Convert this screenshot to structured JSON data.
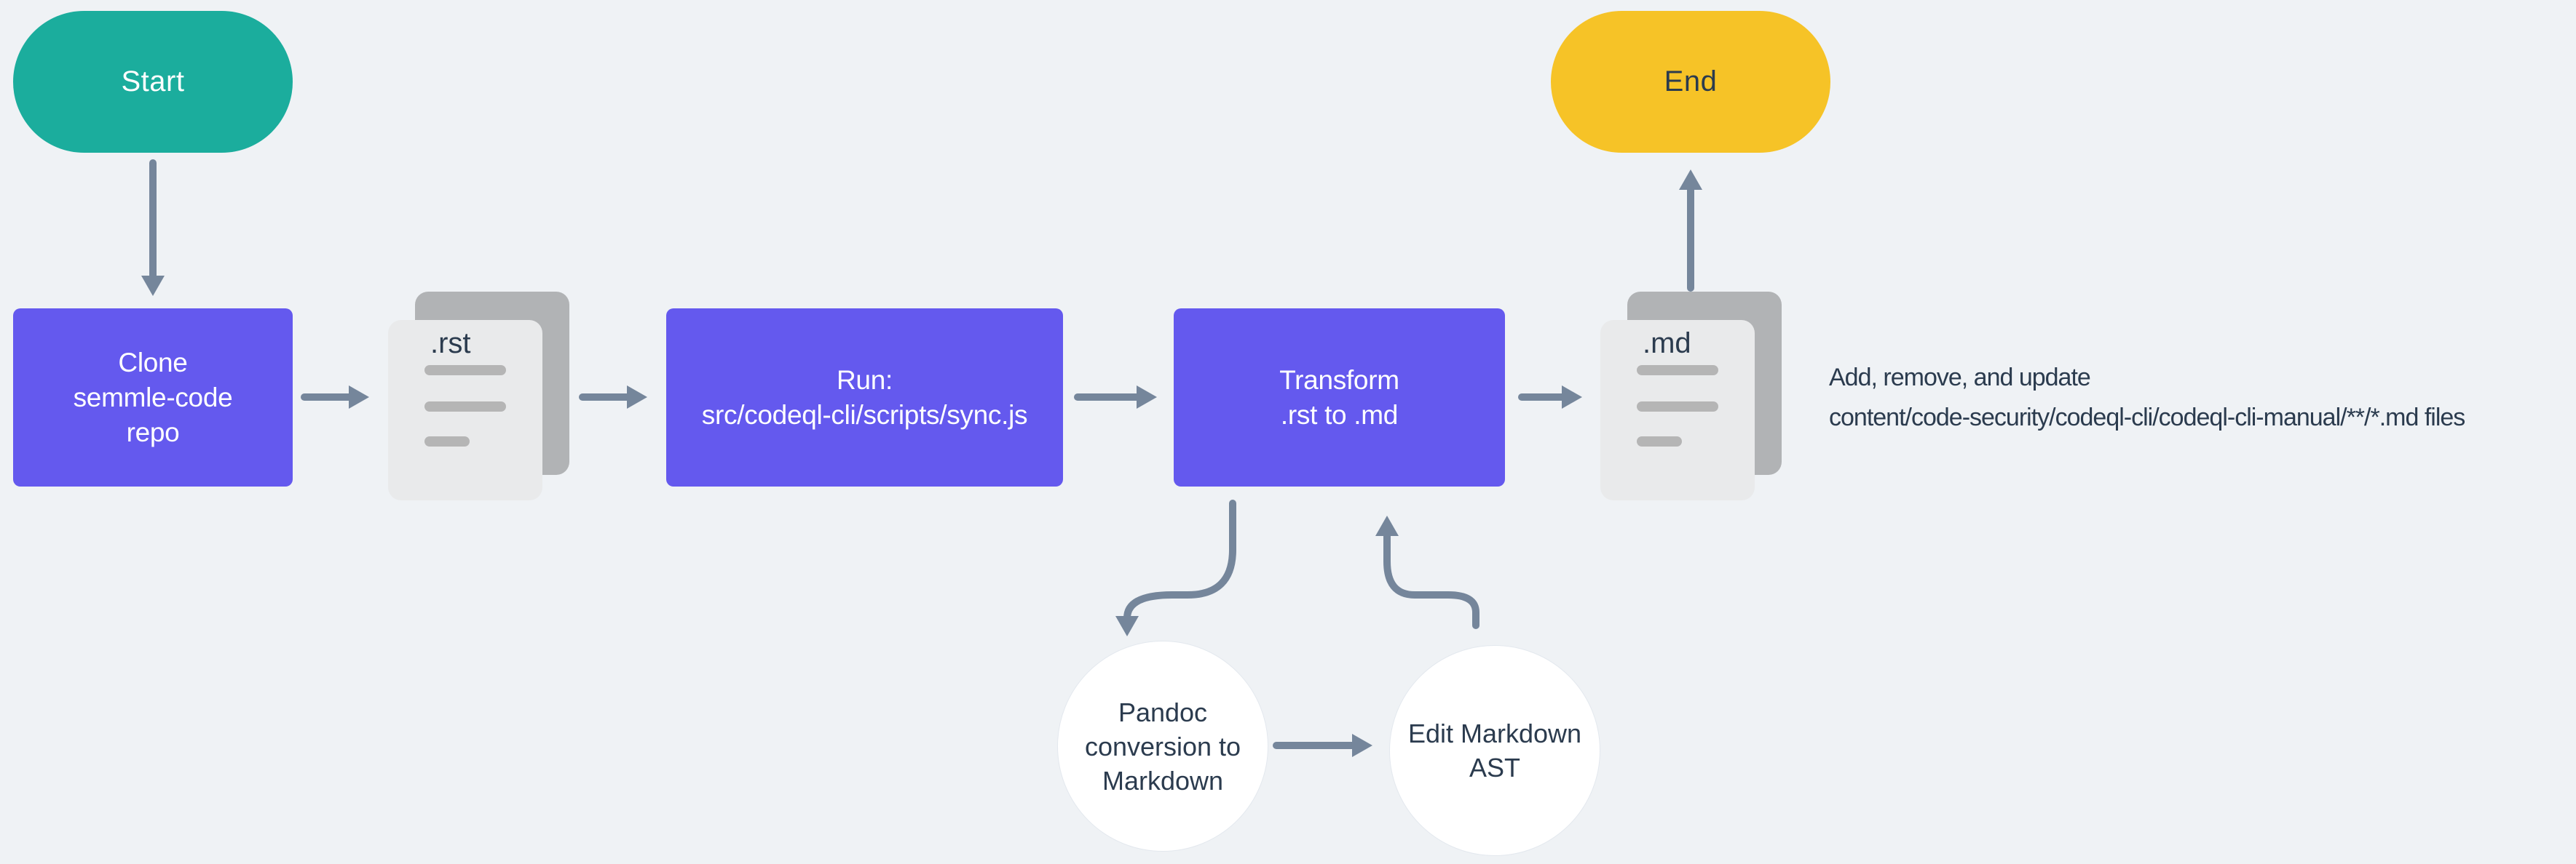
{
  "diagram": {
    "title": "rst to md conversion flowchart",
    "nodes": {
      "start": {
        "label": "Start",
        "shape": "pill",
        "color": "#1BAD9D"
      },
      "clone": {
        "lines": [
          "Clone",
          "semmle-code",
          "repo"
        ],
        "shape": "process-box",
        "color": "#6459EE"
      },
      "rst_doc": {
        "label": ".rst",
        "shape": "document-stack"
      },
      "run": {
        "lines": [
          "Run:",
          "src/codeql-cli/scripts/sync.js"
        ],
        "shape": "process-box",
        "color": "#6459EE"
      },
      "transform": {
        "lines": [
          "Transform",
          ".rst to .md"
        ],
        "shape": "process-box",
        "color": "#6459EE"
      },
      "md_doc": {
        "label": ".md",
        "shape": "document-stack"
      },
      "end": {
        "label": "End",
        "shape": "pill",
        "color": "#F6C327"
      },
      "pandoc": {
        "lines": [
          "Pandoc",
          "conversion to",
          "Markdown"
        ],
        "shape": "circle",
        "color": "#FFFFFF"
      },
      "edit_ast": {
        "lines": [
          "Edit Markdown",
          "AST"
        ],
        "shape": "circle",
        "color": "#FFFFFF"
      }
    },
    "edges": [
      "start -> clone",
      "clone -> rst_doc",
      "rst_doc -> run",
      "run -> transform",
      "transform -> md_doc",
      "md_doc -> end",
      "transform -> pandoc",
      "pandoc -> edit_ast",
      "edit_ast -> transform"
    ],
    "annotation": {
      "lines": [
        "Add, remove, and update",
        "content/code-security/codeql-cli/codeql-cli-manual/**/*.md files"
      ]
    },
    "colors": {
      "background": "#EFF2F5",
      "process_box": "#6459EE",
      "start_pill": "#1BAD9D",
      "end_pill": "#F6C327",
      "arrow": "#75869B",
      "dark_text": "#2B3B4E",
      "page_back": "#B1B3B5",
      "page_front": "#E9EAEB",
      "page_text_bars": "#B5B5B5",
      "circle_fill": "#FFFFFF"
    }
  }
}
